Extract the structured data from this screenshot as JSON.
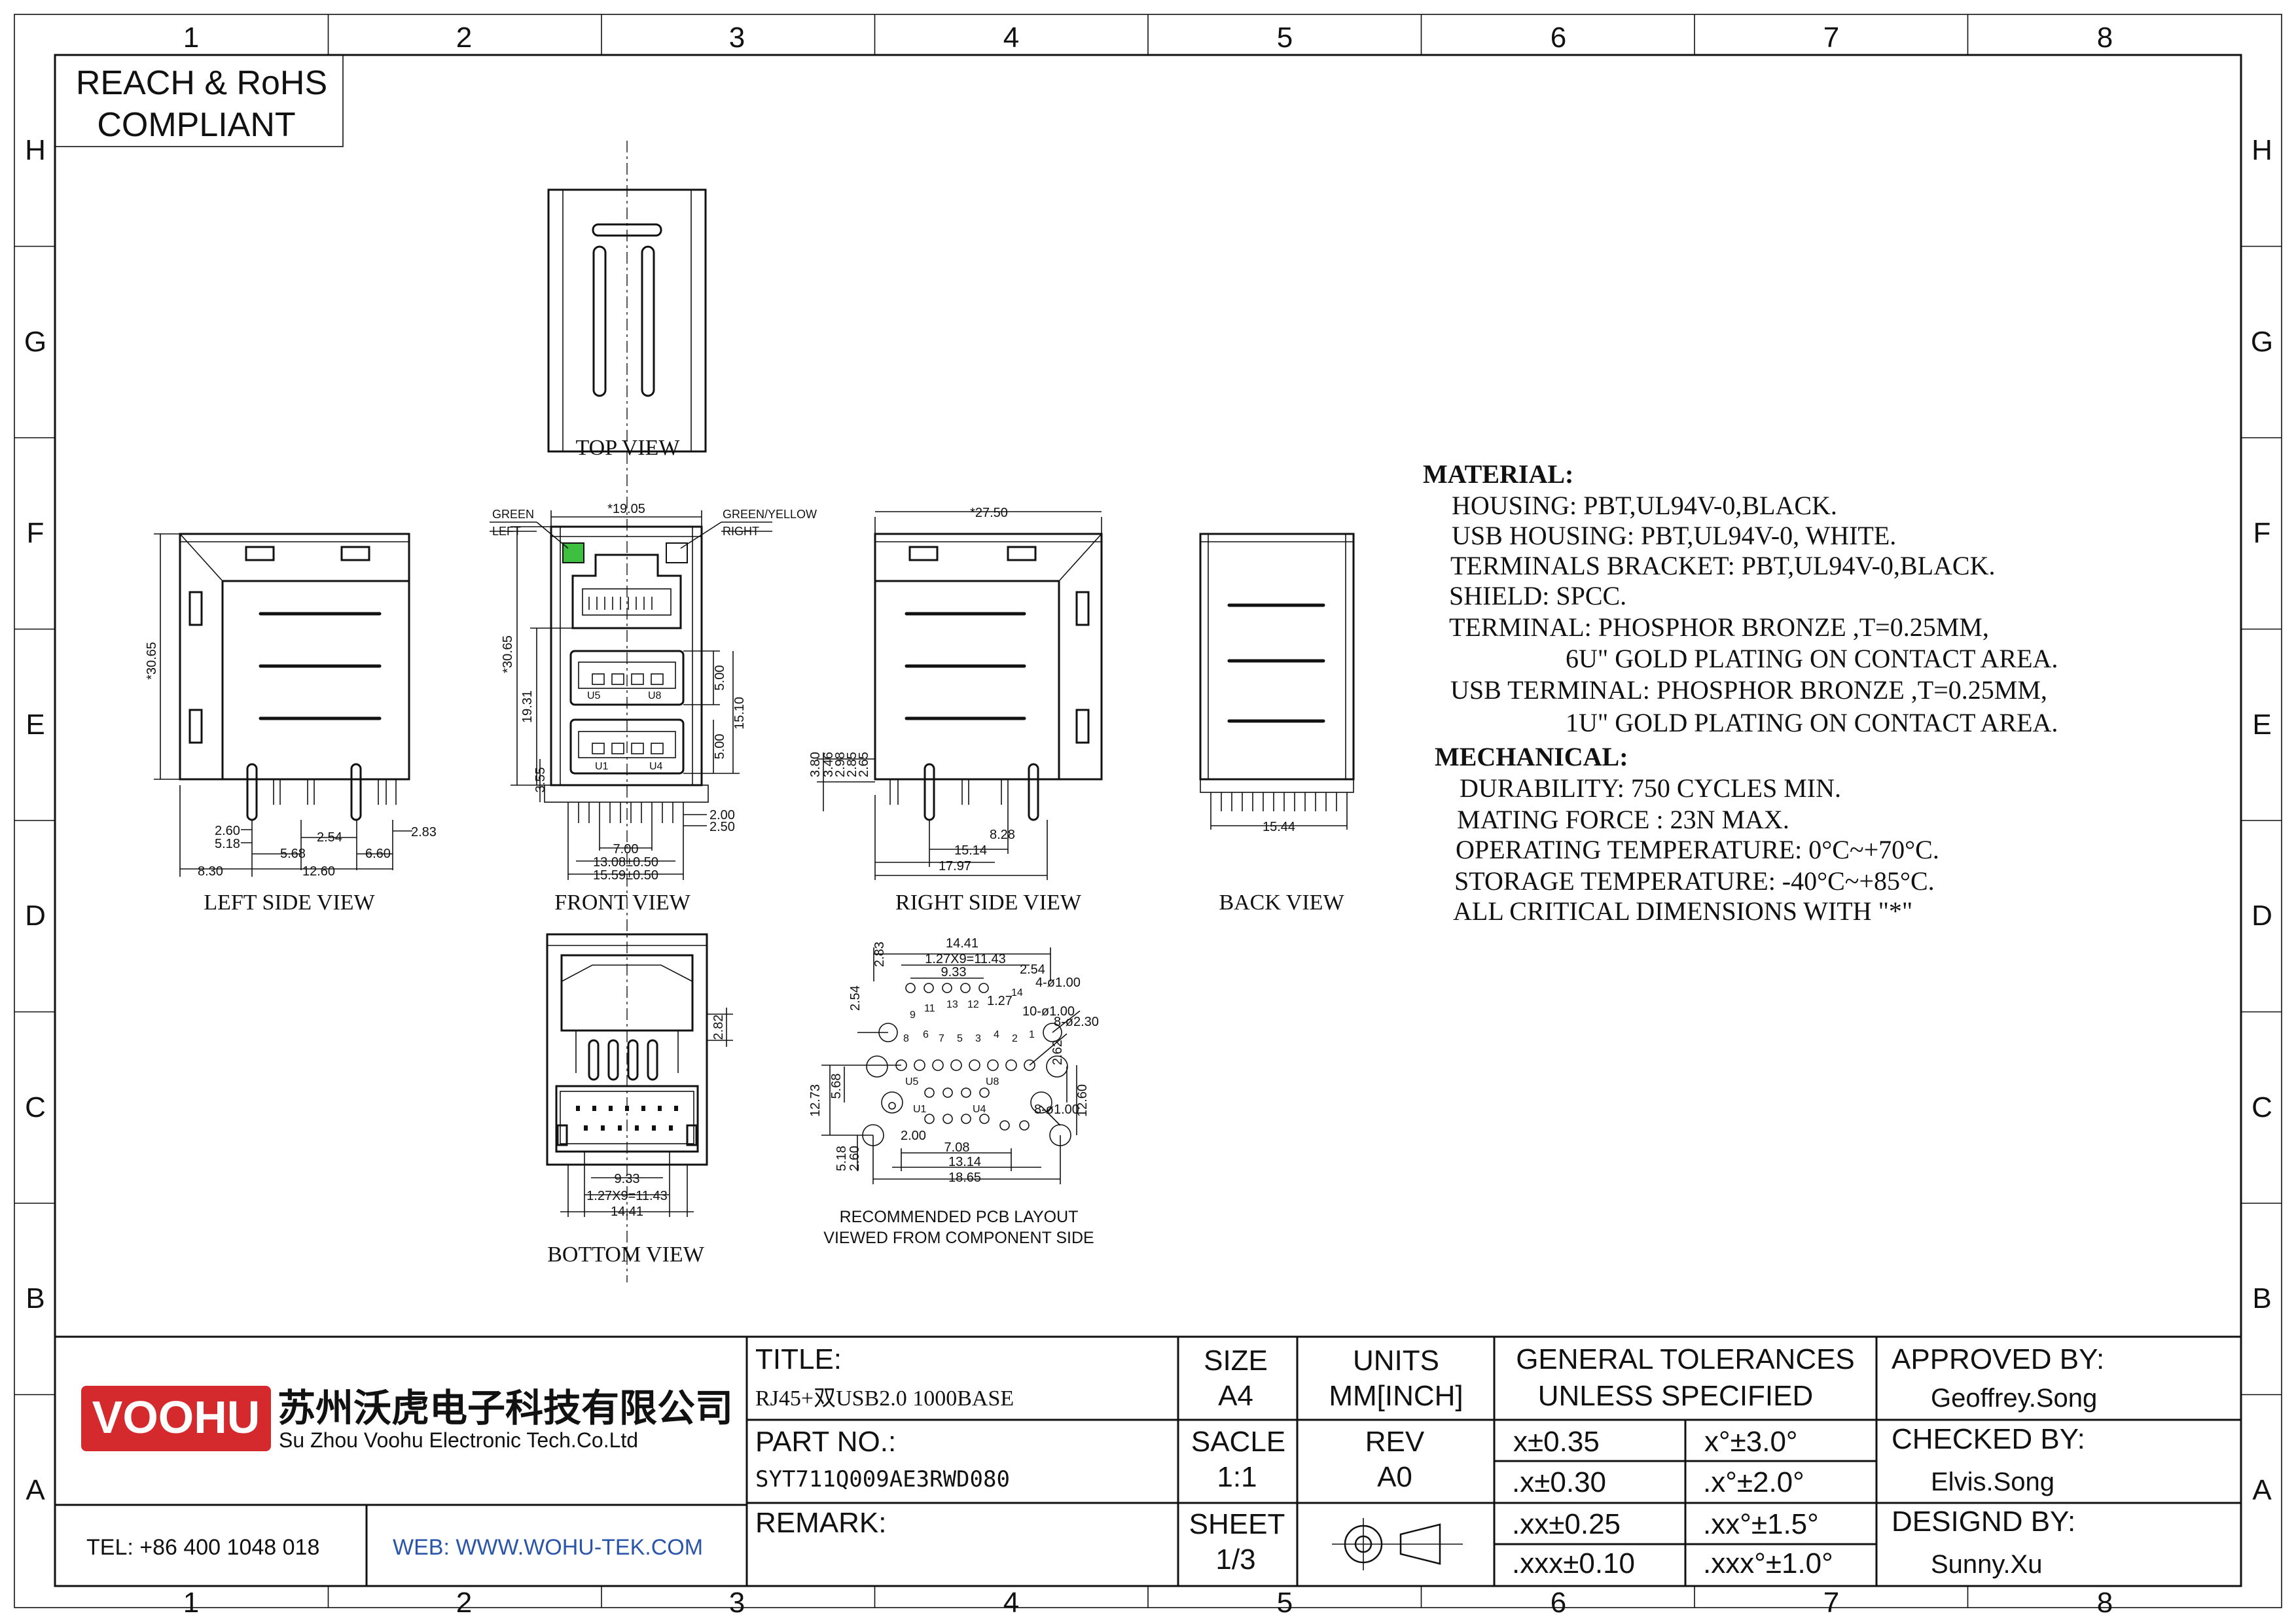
{
  "border": {
    "columns": [
      "1",
      "2",
      "3",
      "4",
      "5",
      "6",
      "7",
      "8"
    ],
    "rows": [
      "H",
      "G",
      "F",
      "E",
      "D",
      "C",
      "B",
      "A"
    ]
  },
  "compliance": {
    "line1": "REACH & RoHS",
    "line2": "COMPLIANT"
  },
  "views": {
    "top": "TOP VIEW",
    "left_side": "LEFT SIDE VIEW",
    "front": "FRONT VIEW",
    "right_side": "RIGHT SIDE VIEW",
    "back": "BACK VIEW",
    "bottom": "BOTTOM VIEW",
    "pcb_line1": "RECOMMENDED PCB LAYOUT",
    "pcb_line2": "VIEWED FROM COMPONENT SIDE"
  },
  "led_labels": {
    "left_color": "GREEN",
    "left_side": "LEFT",
    "right_color": "GREEN/YELLOW",
    "right_side": "RIGHT",
    "left_color_hex": "#3fbf3f",
    "right_color_hex": "#ffffff"
  },
  "dims": {
    "front_width": "*19.05",
    "front_height": "*30.65",
    "front_19_31": "19.31",
    "front_3_55": "3.55",
    "front_5_00a": "5.00",
    "front_5_00b": "5.00",
    "front_15_10": "15.10",
    "front_2_00": "2.00",
    "front_2_50": "2.50",
    "front_7_00": "7.00",
    "front_13_08": "13.08±0.50",
    "front_15_59": "15.59±0.50",
    "usb_u5": "U5",
    "usb_u8": "U8",
    "usb_u1": "U1",
    "usb_u4": "U4",
    "left_height": "*30.65",
    "left_2_60": "2.60",
    "left_5_18": "5.18",
    "left_5_68": "5.68",
    "left_2_54": "2.54",
    "left_6_60": "6.60",
    "left_2_83": "2.83",
    "left_8_30": "8.30",
    "left_12_60": "12.60",
    "right_width": "*27.50",
    "right_3_80": "3.80",
    "right_3_46": "3.46",
    "right_2_98": "2.98",
    "right_2_85": "2.85",
    "right_2_65": "2.65",
    "right_8_28": "8.28",
    "right_15_14": "15.14",
    "right_17_97": "17.97",
    "back_15_44": "15.44",
    "bottom_2_82": "2.82",
    "bottom_9_33": "9.33",
    "bottom_1_27x9": "1.27X9=11.43",
    "bottom_14_41": "14.41",
    "pcb_14_41": "14.41",
    "pcb_1_27x9": "1.27X9=11.43",
    "pcb_9_33": "9.33",
    "pcb_2_83": "2.83",
    "pcb_2_54a": "2.54",
    "pcb_2_54b": "2.54",
    "pcb_d1_00a": "4-ø1.00",
    "pcb_1_27": "1.27",
    "pcb_d1_00b": "10-ø1.00",
    "pcb_d2_30": "8-ø2.30",
    "pcb_2_62": "2.62",
    "pcb_12_73": "12.73",
    "pcb_5_68": "5.68",
    "pcb_12_60": "12.60",
    "pcb_d1_00c": "8-ø1.00",
    "pcb_5_18": "5.18",
    "pcb_2_60": "2.60",
    "pcb_2_00": "2.00",
    "pcb_7_08": "7.08",
    "pcb_13_14": "13.14",
    "pcb_18_65": "18.65",
    "pcb_u5": "U5",
    "pcb_u8": "U8",
    "pcb_u1": "U1",
    "pcb_u4": "U4",
    "pcb_pins_top": [
      "9",
      "11",
      "13",
      "12",
      "14"
    ],
    "pcb_pins_mid": [
      "8",
      "6",
      "7",
      "5",
      "3",
      "4",
      "2",
      "1"
    ]
  },
  "material": {
    "heading": "MATERIAL:",
    "lines": [
      "HOUSING: PBT,UL94V-0,BLACK.",
      "USB HOUSING: PBT,UL94V-0, WHITE.",
      "TERMINALS BRACKET:  PBT,UL94V-0,BLACK.",
      "SHIELD: SPCC.",
      "TERMINAL: PHOSPHOR BRONZE  ,T=0.25MM,",
      "6U\" GOLD PLATING ON CONTACT AREA.",
      "USB TERMINAL: PHOSPHOR BRONZE ,T=0.25MM,",
      "1U\" GOLD PLATING ON CONTACT AREA."
    ]
  },
  "mechanical": {
    "heading": "MECHANICAL:",
    "lines": [
      "DURABILITY: 750 CYCLES MIN.",
      "MATING FORCE : 23N MAX.",
      "OPERATING TEMPERATURE:  0°C~+70°C.",
      "STORAGE TEMPERATURE:  -40°C~+85°C.",
      "ALL CRITICAL DIMENSIONS WITH \"*\""
    ]
  },
  "title_block": {
    "logo_text": "VOOHU",
    "logo_color": "#d42a2e",
    "company_cn": "苏州沃虎电子科技有限公司",
    "company_en": "Su Zhou Voohu Electronic Tech.Co.Ltd",
    "tel": "TEL: +86 400 1048 018",
    "web": "WEB: WWW.WOHU-TEK.COM",
    "web_color": "#2a55a8",
    "title_label": "TITLE:",
    "title_value": "RJ45+双USB2.0 1000BASE",
    "part_label": "PART NO.:",
    "part_value": "SYT711Q009AE3RWD080",
    "remark_label": "REMARK:",
    "size_label": "SIZE",
    "size_value": "A4",
    "units_label": "UNITS",
    "units_value": "MM[INCH]",
    "scale_label": "SACLE",
    "scale_value": "1:1",
    "rev_label": "REV",
    "rev_value": "A0",
    "sheet_label": "SHEET",
    "sheet_value": "1/3",
    "tol_line1": "GENERAL TOLERANCES",
    "tol_line2": "UNLESS SPECIFIED",
    "tolerances": [
      [
        "x±0.35",
        "x°±3.0°"
      ],
      [
        ".x±0.30",
        ".x°±2.0°"
      ],
      [
        ".xx±0.25",
        ".xx°±1.5°"
      ],
      [
        ".xxx±0.10",
        ".xxx°±1.0°"
      ]
    ],
    "approved_label": "APPROVED BY:",
    "approved_value": "Geoffrey.Song",
    "checked_label": "CHECKED BY:",
    "checked_value": "Elvis.Song",
    "designed_label": "DESIGND BY:",
    "designed_value": "Sunny.Xu"
  }
}
